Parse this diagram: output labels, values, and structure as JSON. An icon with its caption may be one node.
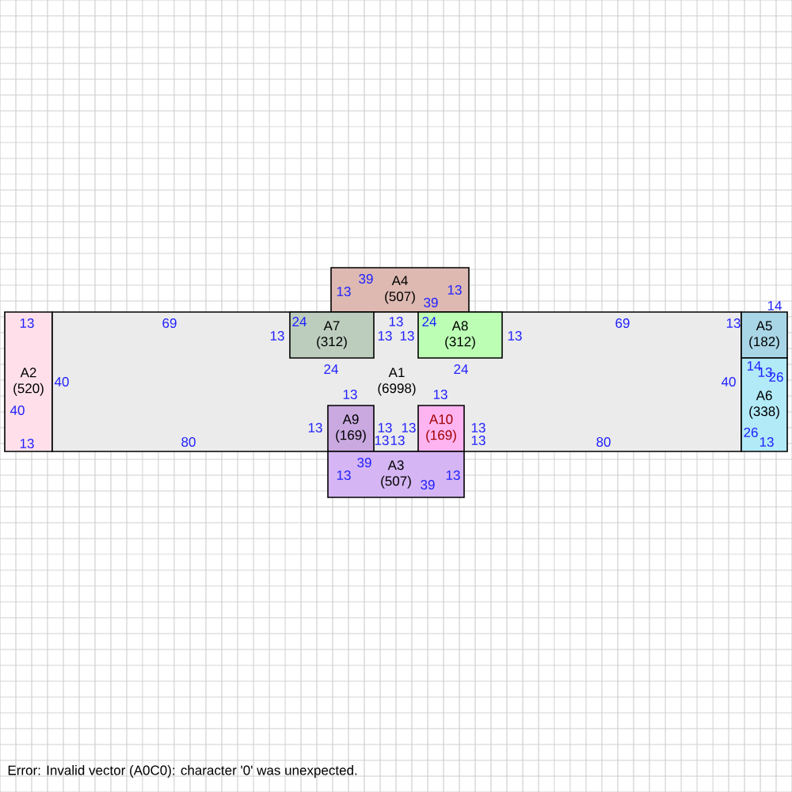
{
  "diagram": {
    "nodes": [
      {
        "text": [
          "A4",
          "(507)"
        ]
      },
      {
        "text": [
          "A2",
          "(520)"
        ]
      },
      {
        "text": [
          "A1",
          "(6998)"
        ]
      },
      {
        "text": [
          "A7",
          "(312)"
        ],
        "in": 2
      },
      {
        "text": [
          "A8",
          "(312)"
        ],
        "in": 2
      },
      {
        "text": [
          "A5",
          "(182)"
        ]
      },
      {
        "text": [
          "A6",
          "(338)"
        ]
      },
      {
        "text": [
          "A9",
          "(169)"
        ],
        "in": 2
      },
      {
        "text": [
          "A10",
          "(169)"
        ],
        "in": 2
      },
      {
        "text": [
          "A3",
          "(507)"
        ]
      }
    ],
    "labels": [
      "13",
      "39",
      "39",
      "13",
      "14",
      "13",
      "69",
      "24",
      "13",
      "24",
      "69",
      "13",
      "13",
      "13",
      "13",
      "13",
      "24",
      "24",
      "14",
      "13",
      "26",
      "40",
      "40",
      "13",
      "13",
      "40",
      "13",
      "13",
      "13",
      "13",
      "26",
      "13",
      "80",
      "13",
      "13",
      "13",
      "80",
      "13",
      "13",
      "39",
      "39",
      "13",
      "Error: Invalid vector (A0C0): character '0' was unexpected."
    ]
  }
}
